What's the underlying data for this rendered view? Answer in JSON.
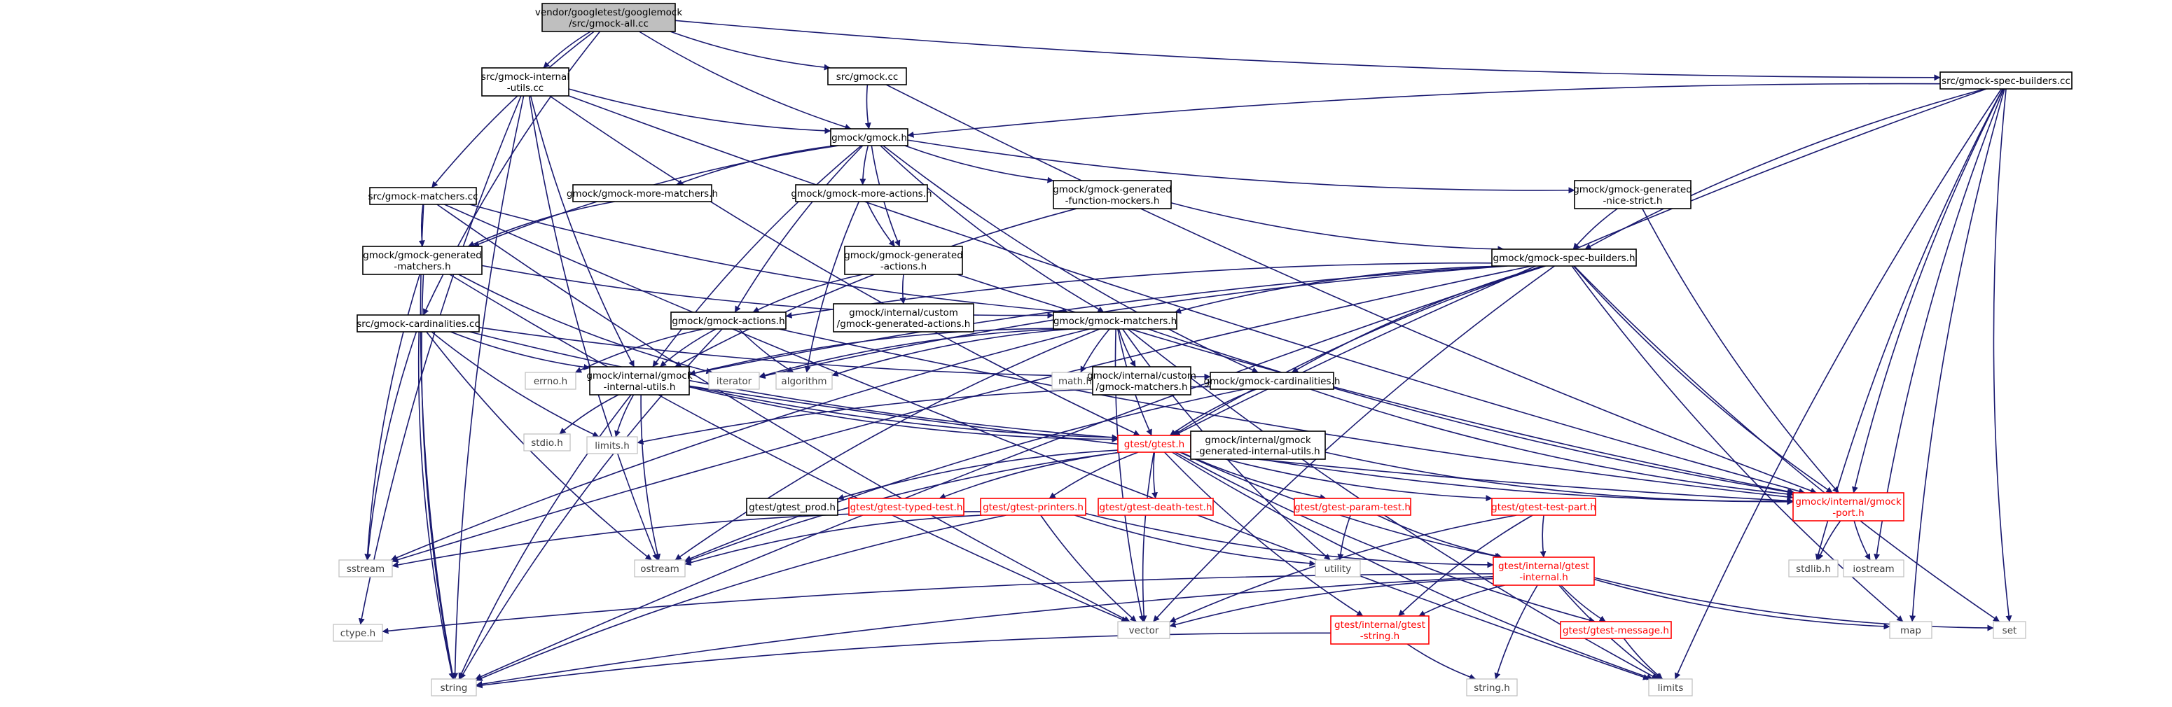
{
  "graph": {
    "nodes": [
      {
        "id": "root",
        "lines": [
          "vendor/googletest/googlemock",
          "/src/gmock-all.cc"
        ],
        "style": "root"
      },
      {
        "id": "src_gmock_internal_utils_cc",
        "lines": [
          "src/gmock-internal",
          "-utils.cc"
        ],
        "style": "normal"
      },
      {
        "id": "src_gmock_cc",
        "lines": [
          "src/gmock.cc"
        ],
        "style": "normal"
      },
      {
        "id": "src_gmock_spec_builders_cc",
        "lines": [
          "src/gmock-spec-builders.cc"
        ],
        "style": "normal"
      },
      {
        "id": "gmock_h",
        "lines": [
          "gmock/gmock.h"
        ],
        "style": "normal"
      },
      {
        "id": "src_gmock_matchers_cc",
        "lines": [
          "src/gmock-matchers.cc"
        ],
        "style": "normal"
      },
      {
        "id": "gmock_more_matchers_h",
        "lines": [
          "gmock/gmock-more-matchers.h"
        ],
        "style": "normal"
      },
      {
        "id": "gmock_more_actions_h",
        "lines": [
          "gmock/gmock-more-actions.h"
        ],
        "style": "normal"
      },
      {
        "id": "gmock_gen_function_mockers_h",
        "lines": [
          "gmock/gmock-generated",
          "-function-mockers.h"
        ],
        "style": "normal"
      },
      {
        "id": "gmock_gen_nice_strict_h",
        "lines": [
          "gmock/gmock-generated",
          "-nice-strict.h"
        ],
        "style": "normal"
      },
      {
        "id": "gmock_gen_matchers_h",
        "lines": [
          "gmock/gmock-generated",
          "-matchers.h"
        ],
        "style": "normal"
      },
      {
        "id": "gmock_gen_actions_h",
        "lines": [
          "gmock/gmock-generated",
          "-actions.h"
        ],
        "style": "normal"
      },
      {
        "id": "gmock_spec_builders_h",
        "lines": [
          "gmock/gmock-spec-builders.h"
        ],
        "style": "normal"
      },
      {
        "id": "src_gmock_cardinalities_cc",
        "lines": [
          "src/gmock-cardinalities.cc"
        ],
        "style": "normal"
      },
      {
        "id": "gmock_actions_h",
        "lines": [
          "gmock/gmock-actions.h"
        ],
        "style": "normal"
      },
      {
        "id": "custom_gen_actions_h",
        "lines": [
          "gmock/internal/custom",
          "/gmock-generated-actions.h"
        ],
        "style": "normal"
      },
      {
        "id": "gmock_matchers_h",
        "lines": [
          "gmock/gmock-matchers.h"
        ],
        "style": "normal"
      },
      {
        "id": "errno_h",
        "lines": [
          "errno.h"
        ],
        "style": "sys"
      },
      {
        "id": "gmock_internal_utils_h",
        "lines": [
          "gmock/internal/gmock",
          "-internal-utils.h"
        ],
        "style": "normal"
      },
      {
        "id": "iterator",
        "lines": [
          "iterator"
        ],
        "style": "sys"
      },
      {
        "id": "algorithm",
        "lines": [
          "algorithm"
        ],
        "style": "sys"
      },
      {
        "id": "math_h",
        "lines": [
          "math.h"
        ],
        "style": "sys"
      },
      {
        "id": "custom_gmock_matchers_h",
        "lines": [
          "gmock/internal/custom",
          "/gmock-matchers.h"
        ],
        "style": "normal"
      },
      {
        "id": "gmock_cardinalities_h",
        "lines": [
          "gmock/gmock-cardinalities.h"
        ],
        "style": "normal"
      },
      {
        "id": "stdio_h",
        "lines": [
          "stdio.h"
        ],
        "style": "sys"
      },
      {
        "id": "limits_h",
        "lines": [
          "limits.h"
        ],
        "style": "sys"
      },
      {
        "id": "gtest_h",
        "lines": [
          "gtest/gtest.h"
        ],
        "style": "red"
      },
      {
        "id": "gmock_gen_internal_utils_h",
        "lines": [
          "gmock/internal/gmock",
          "-generated-internal-utils.h"
        ],
        "style": "normal"
      },
      {
        "id": "gmock_port_h",
        "lines": [
          "gmock/internal/gmock",
          "-port.h"
        ],
        "style": "red"
      },
      {
        "id": "gtest_prod_h",
        "lines": [
          "gtest/gtest_prod.h"
        ],
        "style": "normal"
      },
      {
        "id": "gtest_typed_test_h",
        "lines": [
          "gtest/gtest-typed-test.h"
        ],
        "style": "red"
      },
      {
        "id": "gtest_printers_h",
        "lines": [
          "gtest/gtest-printers.h"
        ],
        "style": "red"
      },
      {
        "id": "gtest_death_test_h",
        "lines": [
          "gtest/gtest-death-test.h"
        ],
        "style": "red"
      },
      {
        "id": "gtest_param_test_h",
        "lines": [
          "gtest/gtest-param-test.h"
        ],
        "style": "red"
      },
      {
        "id": "gtest_test_part_h",
        "lines": [
          "gtest/gtest-test-part.h"
        ],
        "style": "red"
      },
      {
        "id": "sstream",
        "lines": [
          "sstream"
        ],
        "style": "sys"
      },
      {
        "id": "ostream",
        "lines": [
          "ostream"
        ],
        "style": "sys"
      },
      {
        "id": "utility",
        "lines": [
          "utility"
        ],
        "style": "sys"
      },
      {
        "id": "gtest_internal_h",
        "lines": [
          "gtest/internal/gtest",
          "-internal.h"
        ],
        "style": "red"
      },
      {
        "id": "stdlib_h",
        "lines": [
          "stdlib.h"
        ],
        "style": "sys"
      },
      {
        "id": "iostream",
        "lines": [
          "iostream"
        ],
        "style": "sys"
      },
      {
        "id": "ctype_h",
        "lines": [
          "ctype.h"
        ],
        "style": "sys"
      },
      {
        "id": "vector",
        "lines": [
          "vector"
        ],
        "style": "sys"
      },
      {
        "id": "gtest_message_h",
        "lines": [
          "gtest/gtest-message.h"
        ],
        "style": "red"
      },
      {
        "id": "map",
        "lines": [
          "map"
        ],
        "style": "sys"
      },
      {
        "id": "set",
        "lines": [
          "set"
        ],
        "style": "sys"
      },
      {
        "id": "gtest_string_h",
        "lines": [
          "gtest/internal/gtest",
          "-string.h"
        ],
        "style": "red"
      },
      {
        "id": "string",
        "lines": [
          "string"
        ],
        "style": "sys"
      },
      {
        "id": "string_h",
        "lines": [
          "string.h"
        ],
        "style": "sys"
      },
      {
        "id": "limits",
        "lines": [
          "limits"
        ],
        "style": "sys"
      }
    ],
    "edges": [
      [
        "root",
        "src_gmock_internal_utils_cc"
      ],
      [
        "root",
        "src_gmock_cc"
      ],
      [
        "root",
        "src_gmock_spec_builders_cc"
      ],
      [
        "root",
        "gmock_h"
      ],
      [
        "root",
        "src_gmock_matchers_cc"
      ],
      [
        "root",
        "src_gmock_cardinalities_cc"
      ],
      [
        "src_gmock_internal_utils_cc",
        "gmock_h"
      ],
      [
        "src_gmock_internal_utils_cc",
        "gmock_internal_utils_h"
      ],
      [
        "src_gmock_internal_utils_cc",
        "gtest_h"
      ],
      [
        "src_gmock_internal_utils_cc",
        "gmock_port_h"
      ],
      [
        "src_gmock_internal_utils_cc",
        "ostream"
      ],
      [
        "src_gmock_internal_utils_cc",
        "ctype_h"
      ],
      [
        "src_gmock_internal_utils_cc",
        "string"
      ],
      [
        "src_gmock_cc",
        "gmock_h"
      ],
      [
        "src_gmock_cc",
        "gmock_port_h"
      ],
      [
        "src_gmock_spec_builders_cc",
        "gmock_h"
      ],
      [
        "src_gmock_spec_builders_cc",
        "gmock_spec_builders_h"
      ],
      [
        "src_gmock_spec_builders_cc",
        "gtest_h"
      ],
      [
        "src_gmock_spec_builders_cc",
        "gmock_port_h"
      ],
      [
        "src_gmock_spec_builders_cc",
        "stdlib_h"
      ],
      [
        "src_gmock_spec_builders_cc",
        "iostream"
      ],
      [
        "src_gmock_spec_builders_cc",
        "map"
      ],
      [
        "src_gmock_spec_builders_cc",
        "set"
      ],
      [
        "src_gmock_spec_builders_cc",
        "limits"
      ],
      [
        "gmock_h",
        "gmock_more_matchers_h"
      ],
      [
        "gmock_h",
        "gmock_more_actions_h"
      ],
      [
        "gmock_h",
        "gmock_gen_function_mockers_h"
      ],
      [
        "gmock_h",
        "gmock_gen_nice_strict_h"
      ],
      [
        "gmock_h",
        "gmock_gen_matchers_h"
      ],
      [
        "gmock_h",
        "gmock_gen_actions_h"
      ],
      [
        "gmock_h",
        "gmock_actions_h"
      ],
      [
        "gmock_h",
        "gmock_matchers_h"
      ],
      [
        "gmock_h",
        "gmock_cardinalities_h"
      ],
      [
        "gmock_h",
        "gmock_internal_utils_h"
      ],
      [
        "src_gmock_matchers_cc",
        "gmock_gen_matchers_h"
      ],
      [
        "src_gmock_matchers_cc",
        "gmock_matchers_h"
      ],
      [
        "src_gmock_matchers_cc",
        "string"
      ],
      [
        "src_gmock_matchers_cc",
        "vector"
      ],
      [
        "src_gmock_matchers_cc",
        "limits"
      ],
      [
        "gmock_more_matchers_h",
        "gmock_gen_matchers_h"
      ],
      [
        "gmock_more_actions_h",
        "gmock_gen_actions_h"
      ],
      [
        "gmock_more_actions_h",
        "algorithm"
      ],
      [
        "gmock_gen_function_mockers_h",
        "gmock_spec_builders_h"
      ],
      [
        "gmock_gen_function_mockers_h",
        "gmock_internal_utils_h"
      ],
      [
        "gmock_gen_nice_strict_h",
        "gmock_spec_builders_h"
      ],
      [
        "gmock_gen_nice_strict_h",
        "gmock_port_h"
      ],
      [
        "gmock_gen_matchers_h",
        "gmock_matchers_h"
      ],
      [
        "gmock_gen_matchers_h",
        "iterator"
      ],
      [
        "gmock_gen_matchers_h",
        "sstream"
      ],
      [
        "gmock_gen_matchers_h",
        "string"
      ],
      [
        "gmock_gen_matchers_h",
        "vector"
      ],
      [
        "gmock_gen_actions_h",
        "gmock_actions_h"
      ],
      [
        "gmock_gen_actions_h",
        "custom_gen_actions_h"
      ],
      [
        "gmock_gen_actions_h",
        "gmock_port_h"
      ],
      [
        "gmock_spec_builders_h",
        "gmock_actions_h"
      ],
      [
        "gmock_spec_builders_h",
        "gmock_cardinalities_h"
      ],
      [
        "gmock_spec_builders_h",
        "gmock_matchers_h"
      ],
      [
        "gmock_spec_builders_h",
        "gtest_h"
      ],
      [
        "gmock_spec_builders_h",
        "gmock_port_h"
      ],
      [
        "gmock_spec_builders_h",
        "gmock_internal_utils_h"
      ],
      [
        "gmock_spec_builders_h",
        "sstream"
      ],
      [
        "gmock_spec_builders_h",
        "vector"
      ],
      [
        "gmock_spec_builders_h",
        "map"
      ],
      [
        "gmock_spec_builders_h",
        "set"
      ],
      [
        "gmock_spec_builders_h",
        "string"
      ],
      [
        "gmock_spec_builders_h",
        "iterator"
      ],
      [
        "src_gmock_cardinalities_cc",
        "gmock_cardinalities_h"
      ],
      [
        "src_gmock_cardinalities_cc",
        "gmock_internal_utils_h"
      ],
      [
        "src_gmock_cardinalities_cc",
        "gtest_h"
      ],
      [
        "src_gmock_cardinalities_cc",
        "limits_h"
      ],
      [
        "src_gmock_cardinalities_cc",
        "sstream"
      ],
      [
        "src_gmock_cardinalities_cc",
        "ostream"
      ],
      [
        "src_gmock_cardinalities_cc",
        "string"
      ],
      [
        "gmock_actions_h",
        "errno_h"
      ],
      [
        "gmock_actions_h",
        "algorithm"
      ],
      [
        "gmock_actions_h",
        "gmock_internal_utils_h"
      ],
      [
        "gmock_actions_h",
        "gmock_port_h"
      ],
      [
        "gmock_actions_h",
        "string"
      ],
      [
        "gmock_matchers_h",
        "iterator"
      ],
      [
        "gmock_matchers_h",
        "algorithm"
      ],
      [
        "gmock_matchers_h",
        "math_h"
      ],
      [
        "gmock_matchers_h",
        "custom_gmock_matchers_h"
      ],
      [
        "gmock_matchers_h",
        "gtest_h"
      ],
      [
        "gmock_matchers_h",
        "gmock_internal_utils_h"
      ],
      [
        "gmock_matchers_h",
        "gmock_port_h"
      ],
      [
        "gmock_matchers_h",
        "ostream"
      ],
      [
        "gmock_matchers_h",
        "sstream"
      ],
      [
        "gmock_matchers_h",
        "utility"
      ],
      [
        "gmock_matchers_h",
        "vector"
      ],
      [
        "gmock_matchers_h",
        "limits"
      ],
      [
        "gmock_internal_utils_h",
        "stdio_h"
      ],
      [
        "gmock_internal_utils_h",
        "ostream"
      ],
      [
        "gmock_internal_utils_h",
        "string"
      ],
      [
        "gmock_internal_utils_h",
        "gtest_h"
      ],
      [
        "gmock_internal_utils_h",
        "gmock_port_h"
      ],
      [
        "gmock_internal_utils_h",
        "gmock_gen_internal_utils_h"
      ],
      [
        "gmock_internal_utils_h",
        "limits_h"
      ],
      [
        "gmock_cardinalities_h",
        "limits_h"
      ],
      [
        "gmock_cardinalities_h",
        "gmock_port_h"
      ],
      [
        "gmock_cardinalities_h",
        "gtest_h"
      ],
      [
        "gmock_cardinalities_h",
        "ostream"
      ],
      [
        "gtest_h",
        "gtest_prod_h"
      ],
      [
        "gtest_h",
        "gtest_typed_test_h"
      ],
      [
        "gtest_h",
        "gtest_printers_h"
      ],
      [
        "gtest_h",
        "gtest_death_test_h"
      ],
      [
        "gtest_h",
        "gtest_param_test_h"
      ],
      [
        "gtest_h",
        "gtest_test_part_h"
      ],
      [
        "gtest_h",
        "gtest_internal_h"
      ],
      [
        "gtest_h",
        "gtest_message_h"
      ],
      [
        "gtest_h",
        "gtest_string_h"
      ],
      [
        "gtest_h",
        "ostream"
      ],
      [
        "gtest_h",
        "vector"
      ],
      [
        "gtest_h",
        "limits"
      ],
      [
        "gtest_h",
        "gmock_port_h"
      ],
      [
        "gmock_gen_internal_utils_h",
        "gmock_port_h"
      ],
      [
        "gmock_port_h",
        "stdlib_h"
      ],
      [
        "gmock_port_h",
        "iostream"
      ],
      [
        "gtest_printers_h",
        "sstream"
      ],
      [
        "gtest_printers_h",
        "ostream"
      ],
      [
        "gtest_printers_h",
        "utility"
      ],
      [
        "gtest_printers_h",
        "vector"
      ],
      [
        "gtest_printers_h",
        "string"
      ],
      [
        "gtest_printers_h",
        "gtest_internal_h"
      ],
      [
        "gtest_param_test_h",
        "utility"
      ],
      [
        "gtest_param_test_h",
        "gtest_internal_h"
      ],
      [
        "gtest_test_part_h",
        "gtest_internal_h"
      ],
      [
        "gtest_test_part_h",
        "gtest_string_h"
      ],
      [
        "gtest_test_part_h",
        "vector"
      ],
      [
        "gtest_internal_h",
        "ctype_h"
      ],
      [
        "gtest_internal_h",
        "vector"
      ],
      [
        "gtest_internal_h",
        "map"
      ],
      [
        "gtest_internal_h",
        "set"
      ],
      [
        "gtest_internal_h",
        "string"
      ],
      [
        "gtest_internal_h",
        "string_h"
      ],
      [
        "gtest_internal_h",
        "limits"
      ],
      [
        "gtest_internal_h",
        "gtest_message_h"
      ],
      [
        "gtest_internal_h",
        "gtest_string_h"
      ],
      [
        "gtest_message_h",
        "limits"
      ],
      [
        "gtest_string_h",
        "string"
      ],
      [
        "gtest_string_h",
        "string_h"
      ]
    ]
  }
}
